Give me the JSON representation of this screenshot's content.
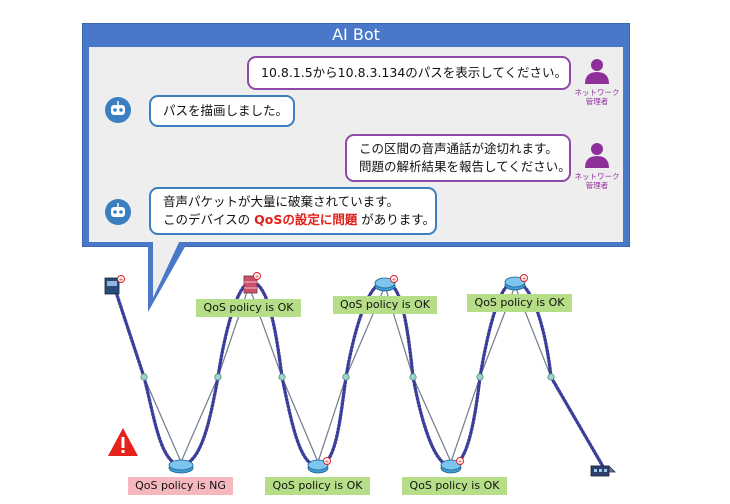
{
  "window": {
    "title": "AI Bot"
  },
  "chat": {
    "messages": [
      {
        "role": "user",
        "lines": [
          "10.8.1.5から10.8.3.134のパスを表示してください。"
        ],
        "sender_label": [
          "ネットワーク",
          "管理者"
        ]
      },
      {
        "role": "bot",
        "lines": [
          "パスを描画しました。"
        ]
      },
      {
        "role": "user",
        "lines": [
          "この区間の音声通話が途切れます。",
          "問題の解析結果を報告してください。"
        ],
        "sender_label": [
          "ネットワーク",
          "管理者"
        ]
      },
      {
        "role": "bot",
        "line1": "音声パケットが大量に破棄されています。",
        "line2_prefix": "このデバイスの ",
        "line2_highlight": "QoSの設定に問題",
        "line2_suffix": " があります。"
      }
    ]
  },
  "topology": {
    "status_labels": [
      "QoS policy is OK",
      "QoS policy is OK",
      "QoS policy is OK",
      "QoS policy is NG",
      "QoS policy is OK",
      "QoS policy is OK"
    ],
    "warning_icon": "warning-triangle-icon"
  },
  "colors": {
    "panel_border": "#4a78c8",
    "user_accent": "#8e4aa6",
    "bot_accent": "#3a7fc2",
    "highlight": "#e0201a",
    "path_dots": "#3b3f9a",
    "ok_label": "#b6dd87",
    "ng_label": "#f6b8bf"
  }
}
